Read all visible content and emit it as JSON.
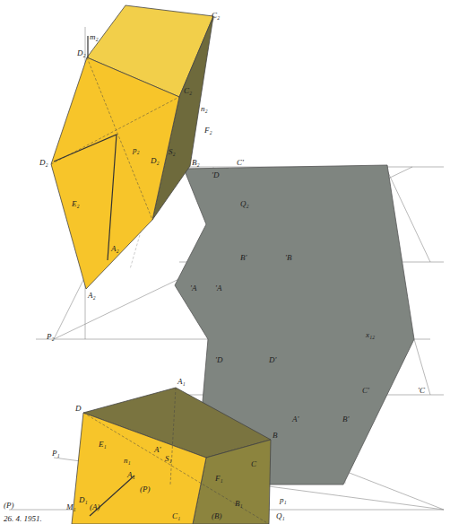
{
  "diagram": {
    "labels": [
      "C₂",
      "m₂",
      "D₂",
      "C₂",
      "n₂",
      "F₂",
      "D₂",
      "p₂",
      "D₂",
      "S₂",
      "E₂",
      "A₂",
      "B₂",
      "A₂",
      "P₂",
      "'D",
      "C'",
      "Q₂",
      "B'",
      "'B",
      "'A",
      "'A",
      "x₁₂",
      "'D",
      "D'",
      "C'",
      "'C",
      "A'",
      "B'",
      "A₁",
      "D",
      "B",
      "C",
      "E₁",
      "A'",
      "n₁",
      "S₁",
      "P₁",
      "A₁",
      "F₁",
      "(P)",
      "D₁",
      "B₁",
      "p₁",
      "(P)",
      "M₁",
      "(A)",
      "C₁",
      "(B)",
      "Q₁",
      "26. 4. 1951."
    ]
  }
}
